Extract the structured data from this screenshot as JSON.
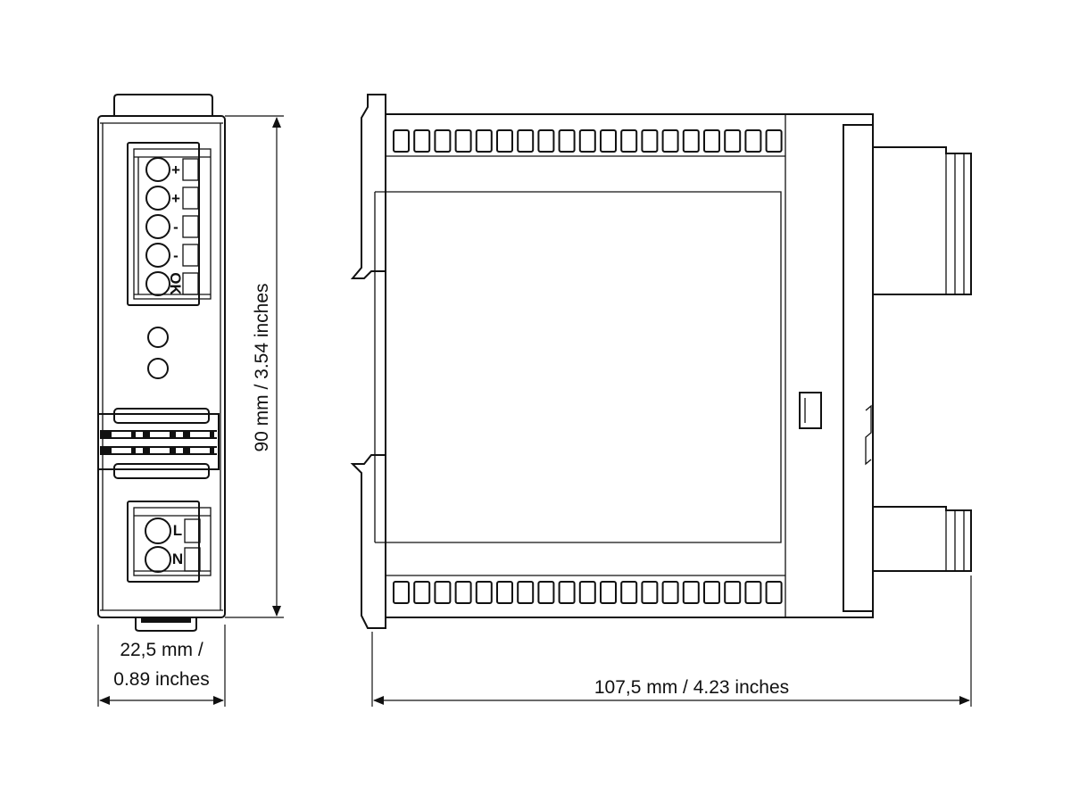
{
  "front_view": {
    "terminal_top_markings": [
      "+",
      "+",
      "-",
      "-",
      "OK"
    ],
    "terminal_bottom_markings": [
      "L",
      "N"
    ],
    "height_dimension": "90 mm / 3.54 inches",
    "width_dimension_line1": "22,5 mm /",
    "width_dimension_line2": "0.89 inches"
  },
  "side_view": {
    "depth_dimension": "107,5 mm / 4.23 inches"
  }
}
